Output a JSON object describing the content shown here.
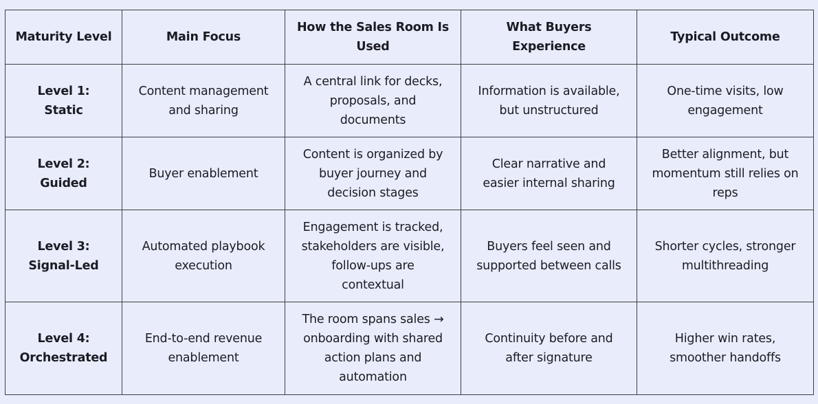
{
  "table": {
    "headers": [
      [
        "Maturity Level"
      ],
      [
        "Main Focus"
      ],
      [
        "How the Sales Room Is",
        "Used"
      ],
      [
        "What Buyers",
        "Experience"
      ],
      [
        "Typical Outcome"
      ]
    ],
    "rows": [
      {
        "level": [
          "Level 1:",
          "Static"
        ],
        "focus": [
          "Content management",
          "and sharing"
        ],
        "usage": [
          "A central link for decks,",
          "proposals, and",
          "documents"
        ],
        "experience": [
          "Information is available,",
          "but unstructured"
        ],
        "outcome": [
          "One-time visits, low",
          "engagement"
        ]
      },
      {
        "level": [
          "Level 2:",
          "Guided"
        ],
        "focus": [
          "Buyer enablement"
        ],
        "usage": [
          "Content is organized by",
          "buyer journey and",
          "decision stages"
        ],
        "experience": [
          "Clear narrative and",
          "easier internal sharing"
        ],
        "outcome": [
          "Better alignment, but",
          "momentum still relies on",
          "reps"
        ]
      },
      {
        "level": [
          "Level 3:",
          "Signal-Led"
        ],
        "focus": [
          "Automated playbook",
          "execution"
        ],
        "usage": [
          "Engagement is tracked,",
          "stakeholders are visible,",
          "follow-ups are",
          "contextual"
        ],
        "experience": [
          "Buyers feel seen and",
          "supported between calls"
        ],
        "outcome": [
          "Shorter cycles, stronger",
          "multithreading"
        ]
      },
      {
        "level": [
          "Level 4:",
          "Orchestrated"
        ],
        "focus": [
          "End-to-end revenue",
          "enablement"
        ],
        "usage": [
          "The room spans sales →",
          "onboarding with shared",
          "action plans and",
          "automation"
        ],
        "experience": [
          "Continuity before and",
          "after signature"
        ],
        "outcome": [
          "Higher win rates,",
          "smoother handoffs"
        ]
      }
    ]
  }
}
